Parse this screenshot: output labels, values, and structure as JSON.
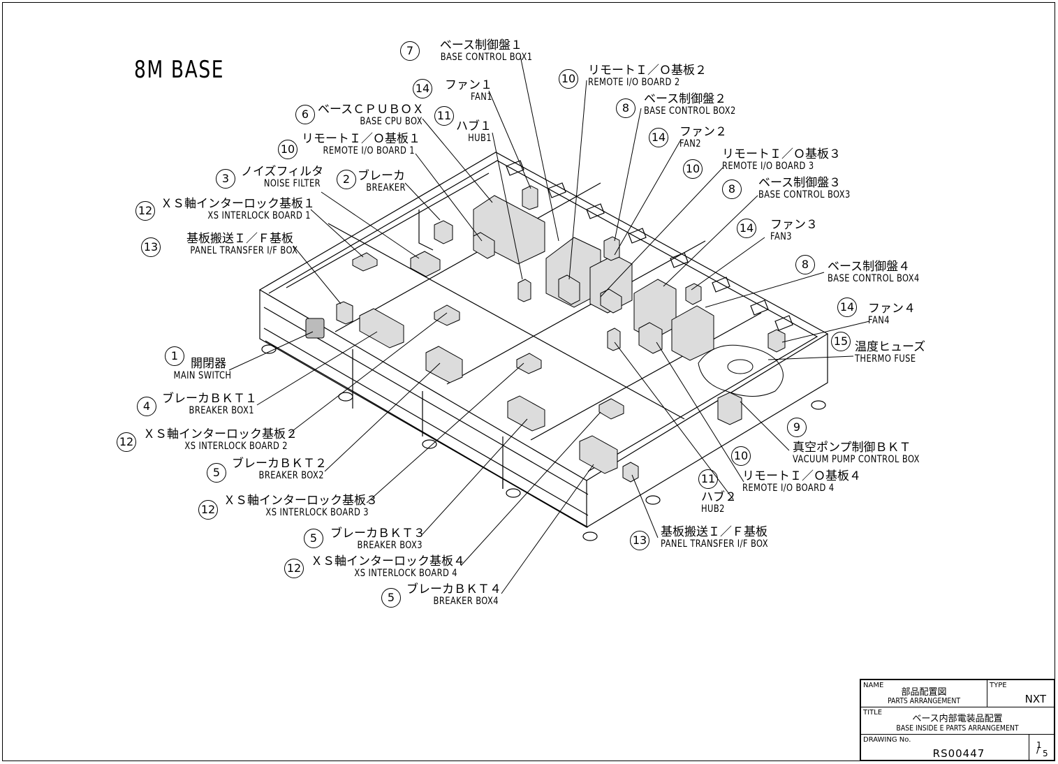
{
  "drawing_title": "8M BASE",
  "labels": [
    {
      "id": "l7a",
      "num": "7",
      "jp": "ベース制御盤１",
      "en": "BASE CONTROL BOX1"
    },
    {
      "id": "l10a",
      "num": "10",
      "jp": "リモートＩ／Ｏ基板２",
      "en": "REMOTE I/O BOARD 2"
    },
    {
      "id": "l14a",
      "num": "14",
      "jp": "ファン１",
      "en": "FAN1"
    },
    {
      "id": "l8a",
      "num": "8",
      "jp": "ベース制御盤２",
      "en": "BASE CONTROL BOX2"
    },
    {
      "id": "l6",
      "num": "6",
      "jp": "ベースＣＰＵＢＯＸ",
      "en": "BASE CPU BOX"
    },
    {
      "id": "l11a",
      "num": "11",
      "jp": "ハブ１",
      "en": "HUB1"
    },
    {
      "id": "l14b",
      "num": "14",
      "jp": "ファン２",
      "en": "FAN2"
    },
    {
      "id": "l10b",
      "num": "10",
      "jp": "リモートＩ／Ｏ基板１",
      "en": "REMOTE I/O BOARD 1"
    },
    {
      "id": "l10c",
      "num": "10",
      "jp": "リモートＩ／Ｏ基板３",
      "en": "REMOTE I/O BOARD 3"
    },
    {
      "id": "l3",
      "num": "3",
      "jp": "ノイズフィルタ",
      "en": "NOISE FILTER"
    },
    {
      "id": "l2",
      "num": "2",
      "jp": "ブレーカ",
      "en": "BREAKER"
    },
    {
      "id": "l8b",
      "num": "8",
      "jp": "ベース制御盤３",
      "en": "BASE CONTROL BOX3"
    },
    {
      "id": "l12a",
      "num": "12",
      "jp": "ＸＳ軸インターロック基板１",
      "en": "XS INTERLOCK BOARD 1"
    },
    {
      "id": "l14c",
      "num": "14",
      "jp": "ファン３",
      "en": "FAN3"
    },
    {
      "id": "l13a",
      "num": "13",
      "jp": "基板搬送Ｉ／Ｆ基板",
      "en": "PANEL TRANSFER I/F BOX"
    },
    {
      "id": "l8c",
      "num": "8",
      "jp": "ベース制御盤４",
      "en": "BASE CONTROL BOX4"
    },
    {
      "id": "l14d",
      "num": "14",
      "jp": "ファン４",
      "en": "FAN4"
    },
    {
      "id": "l15",
      "num": "15",
      "jp": "温度ヒューズ",
      "en": "THERMO FUSE"
    },
    {
      "id": "l1",
      "num": "1",
      "jp": "開閉器",
      "en": "MAIN SWITCH"
    },
    {
      "id": "l4",
      "num": "4",
      "jp": "ブレーカＢＫＴ１",
      "en": "BREAKER BOX1"
    },
    {
      "id": "l12b",
      "num": "12",
      "jp": "ＸＳ軸インターロック基板２",
      "en": "XS INTERLOCK BOARD 2"
    },
    {
      "id": "l9",
      "num": "9",
      "jp": "真空ポンプ制御ＢＫＴ",
      "en": "VACUUM PUMP CONTROL BOX"
    },
    {
      "id": "l5a",
      "num": "5",
      "jp": "ブレーカＢＫＴ２",
      "en": "BREAKER BOX2"
    },
    {
      "id": "l10d",
      "num": "10",
      "jp": "リモートＩ／Ｏ基板４",
      "en": "REMOTE I/O BOARD 4"
    },
    {
      "id": "l11b",
      "num": "11",
      "jp": "ハブ２",
      "en": "HUB2"
    },
    {
      "id": "l12c",
      "num": "12",
      "jp": "ＸＳ軸インターロック基板３",
      "en": "XS INTERLOCK BOARD 3"
    },
    {
      "id": "l5b",
      "num": "5",
      "jp": "ブレーカＢＫＴ３",
      "en": "BREAKER BOX3"
    },
    {
      "id": "l13b",
      "num": "13",
      "jp": "基板搬送Ｉ／Ｆ基板",
      "en": "PANEL TRANSFER I/F BOX"
    },
    {
      "id": "l12d",
      "num": "12",
      "jp": "ＸＳ軸インターロック基板４",
      "en": "XS INTERLOCK BOARD 4"
    },
    {
      "id": "l5c",
      "num": "5",
      "jp": "ブレーカＢＫＴ４",
      "en": "BREAKER BOX4"
    }
  ],
  "title_block": {
    "name_caption": "NAME",
    "name_jp": "部品配置図",
    "name_en": "PARTS ARRANGEMENT",
    "type_caption": "TYPE",
    "type_value": "NXT",
    "title_caption": "TITLE",
    "title_jp": "ベース内部電装品配置",
    "title_en": "BASE INSIDE E PARTS ARRANGEMENT",
    "drawing_no_caption": "DRAWING No.",
    "drawing_no": "RS00447",
    "sheet_numerator": "1",
    "sheet_denominator": "5"
  }
}
